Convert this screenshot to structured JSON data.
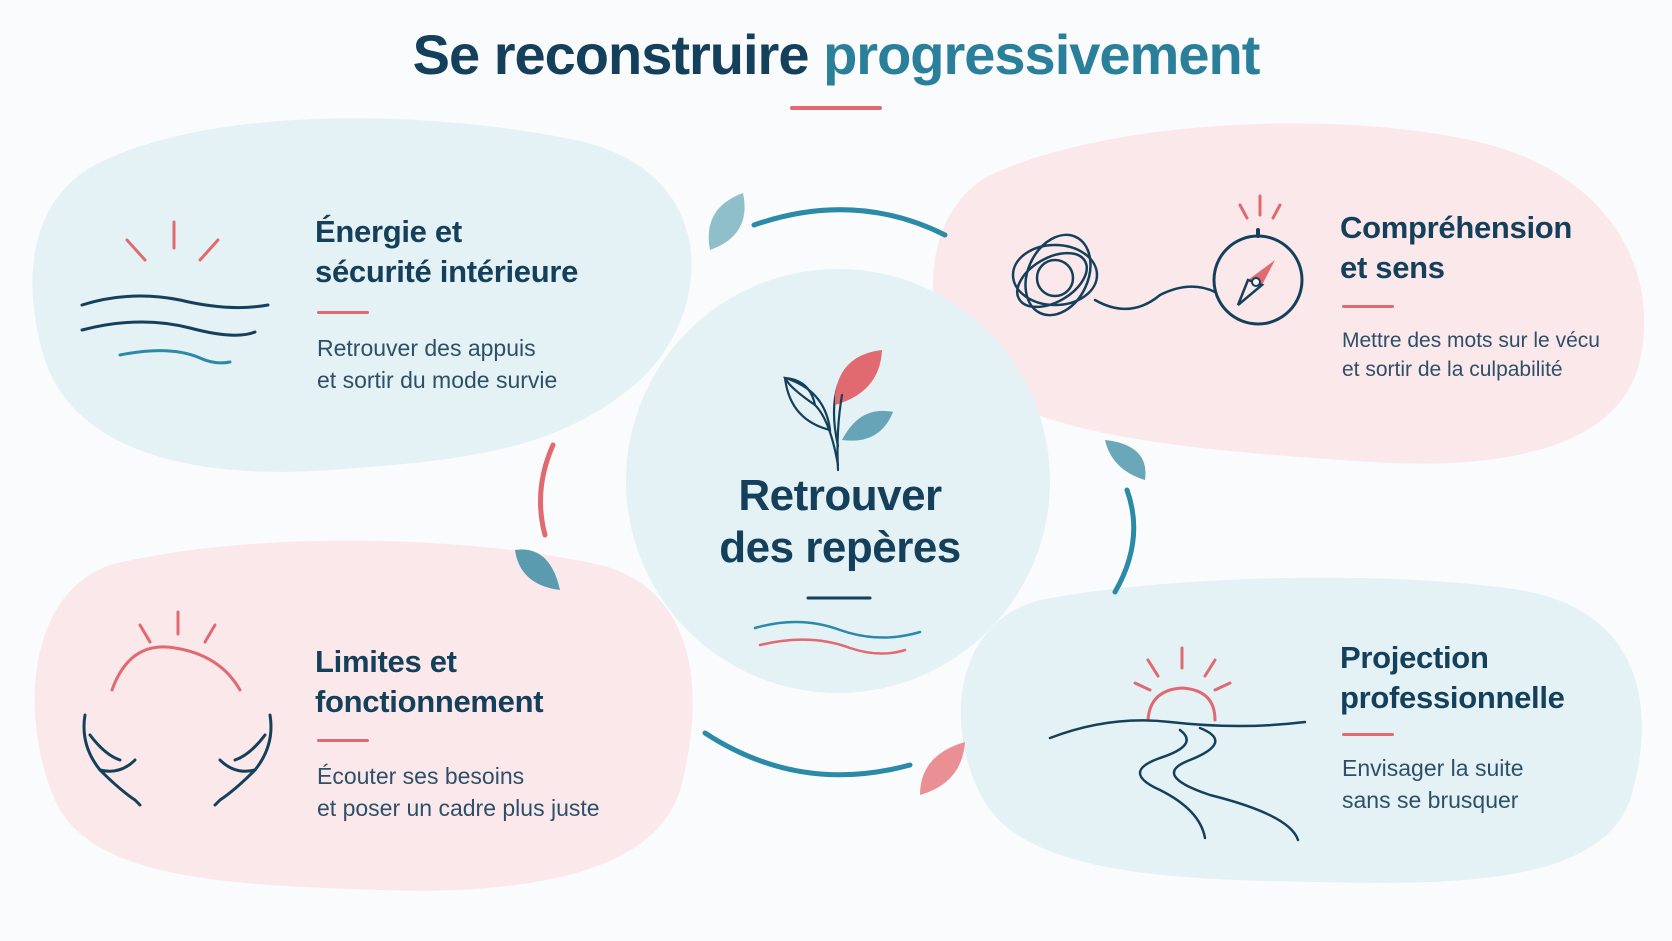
{
  "title": {
    "main": "Se reconstruire",
    "accent": "progressivement"
  },
  "center": {
    "line1": "Retrouver",
    "line2": "des repères"
  },
  "cards": [
    {
      "title_lines": [
        "Énergie et",
        "sécurité intérieure"
      ],
      "desc_lines": [
        "Retrouver des appuis",
        "et sortir du mode survie"
      ],
      "icon": "waves-sun-icon"
    },
    {
      "title_lines": [
        "Compréhension",
        "et sens"
      ],
      "desc_lines": [
        "Mettre des mots sur le vécu",
        "et sortir de la culpabilité"
      ],
      "icon": "tangle-compass-icon"
    },
    {
      "title_lines": [
        "Limites et",
        "fonctionnement"
      ],
      "desc_lines": [
        "Écouter ses besoins",
        "et poser un cadre plus juste"
      ],
      "icon": "hands-sun-icon"
    },
    {
      "title_lines": [
        "Projection",
        "professionnelle"
      ],
      "desc_lines": [
        "Envisager la suite",
        "sans se brusquer"
      ],
      "icon": "landscape-path-icon"
    }
  ],
  "colors": {
    "navy": "#15405c",
    "teal": "#2a7f9a",
    "coral": "#e06a6f",
    "blue_blob": "#e4f1f5",
    "pink_blob": "#fbe8ea"
  }
}
